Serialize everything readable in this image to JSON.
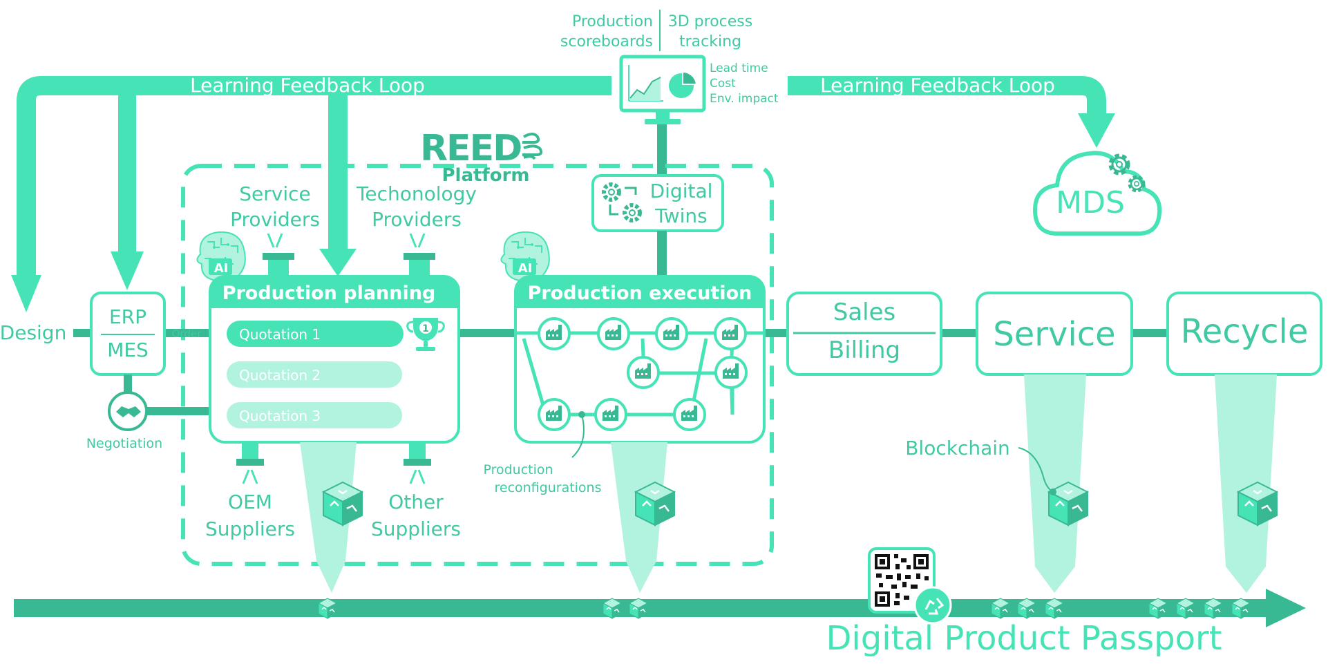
{
  "colors": {
    "primary": "#46e3b7",
    "dark": "#38b893",
    "light": "#b2f3df",
    "text": "#40c9a2",
    "white": "#ffffff"
  },
  "monitor": {
    "label_left": [
      "Production",
      "scoreboards"
    ],
    "label_right": [
      "3D process",
      "tracking"
    ],
    "metrics": [
      "Lead time",
      "Cost",
      "Env. impact"
    ]
  },
  "feedback": {
    "left_label": "Learning Feedback Loop",
    "right_label": "Learning Feedback Loop"
  },
  "platform": {
    "logo_text": "REED",
    "title": "Platform"
  },
  "digital_twins": [
    "Digital",
    "Twins"
  ],
  "mds": "MDS",
  "providers": {
    "service": [
      "Service",
      "Providers"
    ],
    "technology": [
      "Techonology",
      "Providers"
    ],
    "oem": [
      "OEM",
      "Suppliers"
    ],
    "other": [
      "Other",
      "Suppliers"
    ]
  },
  "ai_badge": "AI",
  "design": "Design",
  "erp_mes": {
    "top": "ERP",
    "bottom": "MES"
  },
  "order": "Order",
  "negotiation": "Negotiation",
  "production_planning": {
    "title": "Production planning",
    "quotations": [
      "Quotation 1",
      "Quotation 2",
      "Quotation 3"
    ],
    "trophy_rank": "1"
  },
  "production_execution": {
    "title": "Production execution"
  },
  "production_reconfigurations": [
    "Production",
    "reconfigurations"
  ],
  "sales_billing": {
    "top": "Sales",
    "bottom": "Billing"
  },
  "service": "Service",
  "recycle": "Recycle",
  "blockchain": "Blockchain",
  "dpp": "Digital Product Passport"
}
